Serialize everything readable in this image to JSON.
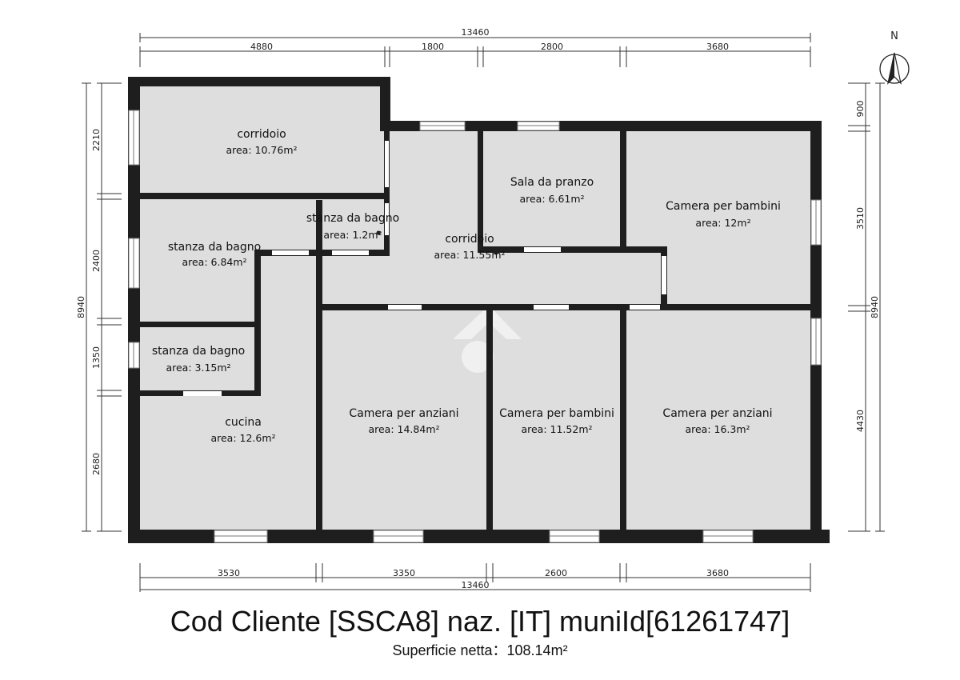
{
  "plan": {
    "north_label": "N",
    "rooms": [
      {
        "id": "corridoio-1",
        "name": "corridoio",
        "area": "area: 10.76m²"
      },
      {
        "id": "stanza-da-bagno-1",
        "name": "stanza da bagno",
        "area": "area: 6.84m²"
      },
      {
        "id": "stanza-da-bagno-2",
        "name": "stanza da bagno",
        "area": "area: 1.2m²"
      },
      {
        "id": "stanza-da-bagno-3",
        "name": "stanza da bagno",
        "area": "area: 3.15m²"
      },
      {
        "id": "cucina",
        "name": "cucina",
        "area": "area: 12.6m²"
      },
      {
        "id": "corridoio-2",
        "name": "corridoio",
        "area": "area: 11.55m²"
      },
      {
        "id": "sala-da-pranzo",
        "name": "Sala da pranzo",
        "area": "area: 6.61m²"
      },
      {
        "id": "camera-per-bambini-1",
        "name": "Camera per bambini",
        "area": "area: 12m²"
      },
      {
        "id": "camera-per-anziani-1",
        "name": "Camera per anziani",
        "area": "area: 14.84m²"
      },
      {
        "id": "camera-per-bambini-2",
        "name": "Camera per bambini",
        "area": "area: 11.52m²"
      },
      {
        "id": "camera-per-anziani-2",
        "name": "Camera per anziani",
        "area": "area: 16.3m²"
      }
    ],
    "dimensions": {
      "top_total": "13460",
      "top": [
        "4880",
        "1800",
        "2800",
        "3680"
      ],
      "bottom": [
        "3530",
        "3350",
        "2600",
        "3680"
      ],
      "bottom_total": "13460",
      "left": [
        "2210",
        "2400",
        "1350",
        "2680"
      ],
      "left_total": "8940",
      "right": [
        "900",
        "3510",
        "4430"
      ],
      "right_total": "8940"
    }
  },
  "footer": {
    "title": "Cod Cliente [SSCA8] naz. [IT] muniId[61261747]",
    "subtitle": "Superficie netta：108.14m²"
  },
  "colors": {
    "wall": "#1e1e1e",
    "floor": "#dedede",
    "window": "#ffffff"
  }
}
